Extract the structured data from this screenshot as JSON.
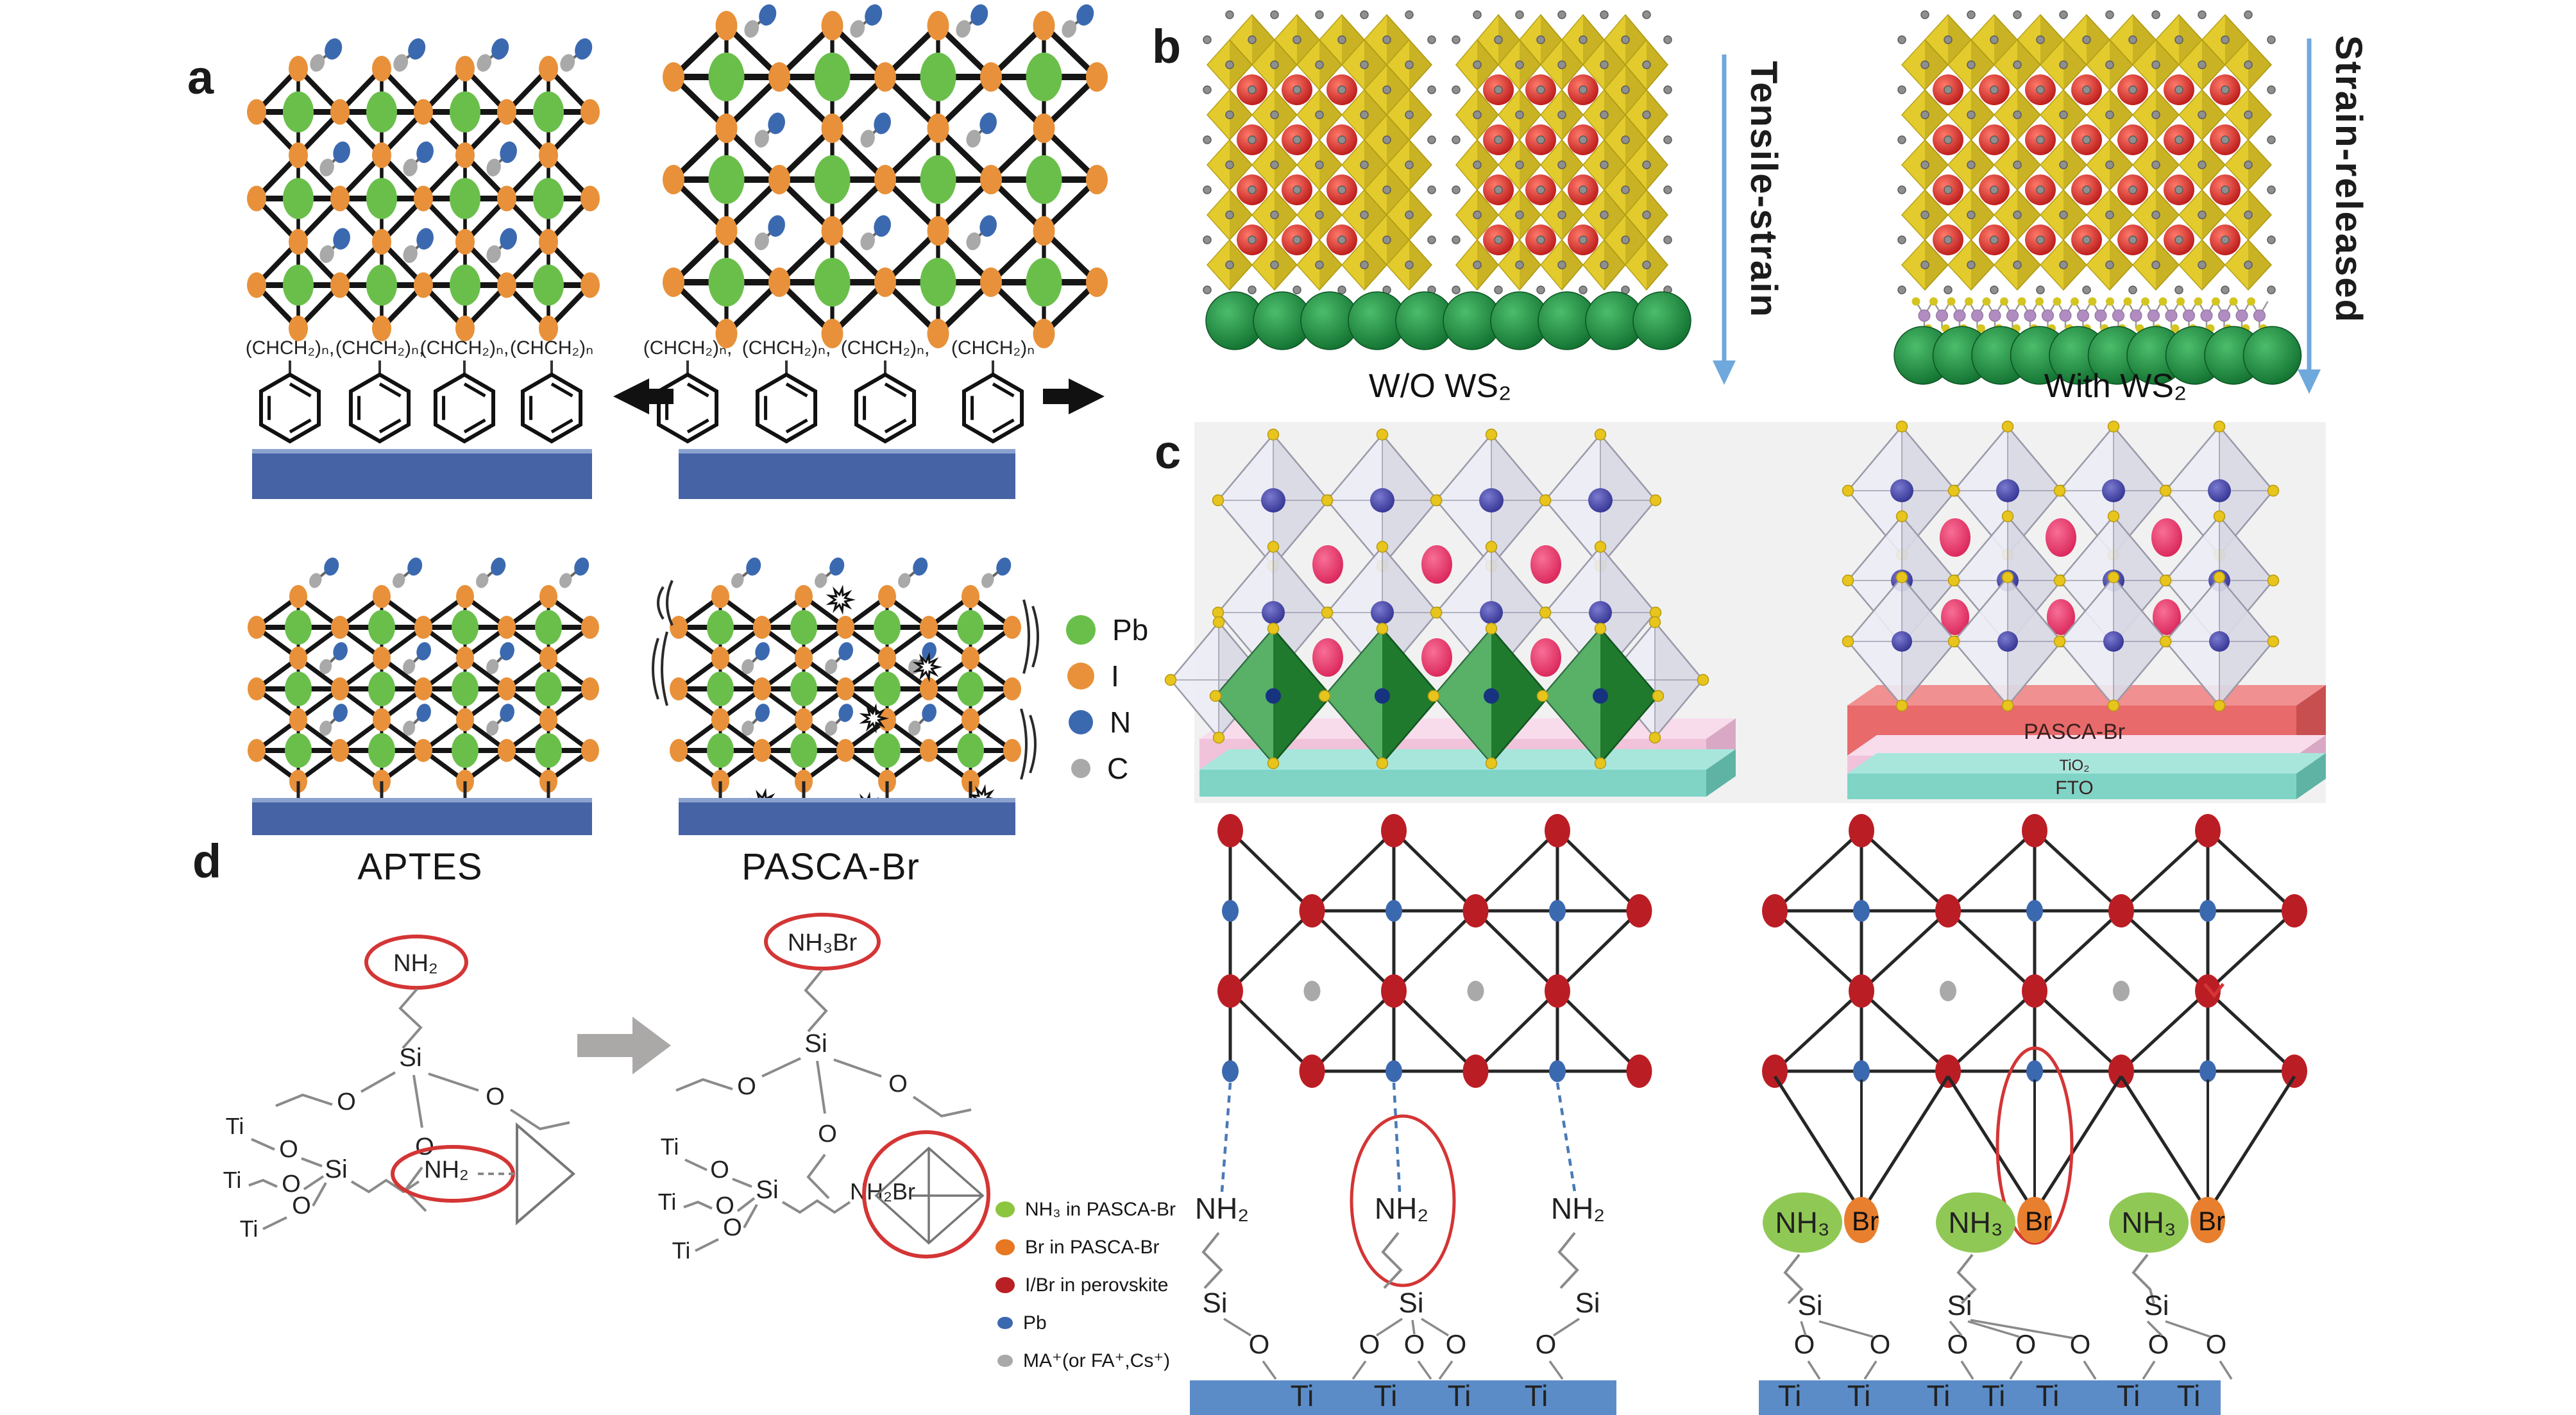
{
  "figure": {
    "panel_a": {
      "label": "a",
      "polymer_unit": "(CHCH₂)ₙ",
      "polymer_sep": ",",
      "legend": [
        {
          "label": "Pb",
          "color": "#6abf4b",
          "size": 46
        },
        {
          "label": "I",
          "color": "#e8913a",
          "size": 42
        },
        {
          "label": "N",
          "color": "#3b69b0",
          "size": 38
        },
        {
          "label": "C",
          "color": "#a9a9a9",
          "size": 30
        }
      ]
    },
    "panel_b": {
      "label": "b",
      "tensile_label": "Tensile-strain",
      "released_label": "Strain-released",
      "wo_label": "W/O WS₂",
      "with_label": "With WS₂"
    },
    "panel_c": {
      "label": "c",
      "layers": [
        {
          "label": "PASCA-Br",
          "color": "#e86a6a"
        },
        {
          "label": "TiO₂",
          "color": "#f0c3da"
        },
        {
          "label": "FTO",
          "color": "#7fd4c6"
        }
      ]
    },
    "panel_d": {
      "label": "d",
      "title_left": "APTES",
      "title_right": "PASCA-Br",
      "atoms": {
        "nh2": "NH₂",
        "nh3br": "NH₃Br",
        "nh2br": "NH₂Br",
        "nh3": "NH₃",
        "br": "Br",
        "si": "Si",
        "o": "O",
        "ti": "Ti"
      },
      "legend": [
        {
          "label": "NH₃ in PASCA-Br",
          "color": "#8cc63f"
        },
        {
          "label": "Br in PASCA-Br",
          "color": "#e87722"
        },
        {
          "label": "I/Br in perovskite",
          "color": "#b82025"
        },
        {
          "label": "Pb",
          "color": "#3b69b0"
        },
        {
          "label": "MA⁺(or FA⁺,Cs⁺)",
          "color": "#a9a9a9"
        }
      ]
    },
    "palette": {
      "pb_green": "#6abf4b",
      "i_orange": "#e8913a",
      "n_blue": "#3b69b0",
      "c_gray": "#a9a9a9",
      "bond": "#151515",
      "substrate": "#4663a5",
      "octa_yellow": "#e3cb2d",
      "sphere_red": "#c11616",
      "sphere_green": "#12722e",
      "arrow_blue": "#6fa8dc",
      "bg_gray": "#f1f1f1",
      "slab_red": "#e86a6a",
      "slab_pink": "#f0c3da",
      "slab_teal": "#7fd4c6",
      "lat_red": "#bb1d24",
      "ti_bar": "#5b8cc8",
      "nh3_green": "#90c855",
      "br_orange": "#e87f2e",
      "annot_red": "#d43535",
      "pink_blob": "#e73e6e",
      "blue_sphere": "#4646aa"
    }
  }
}
